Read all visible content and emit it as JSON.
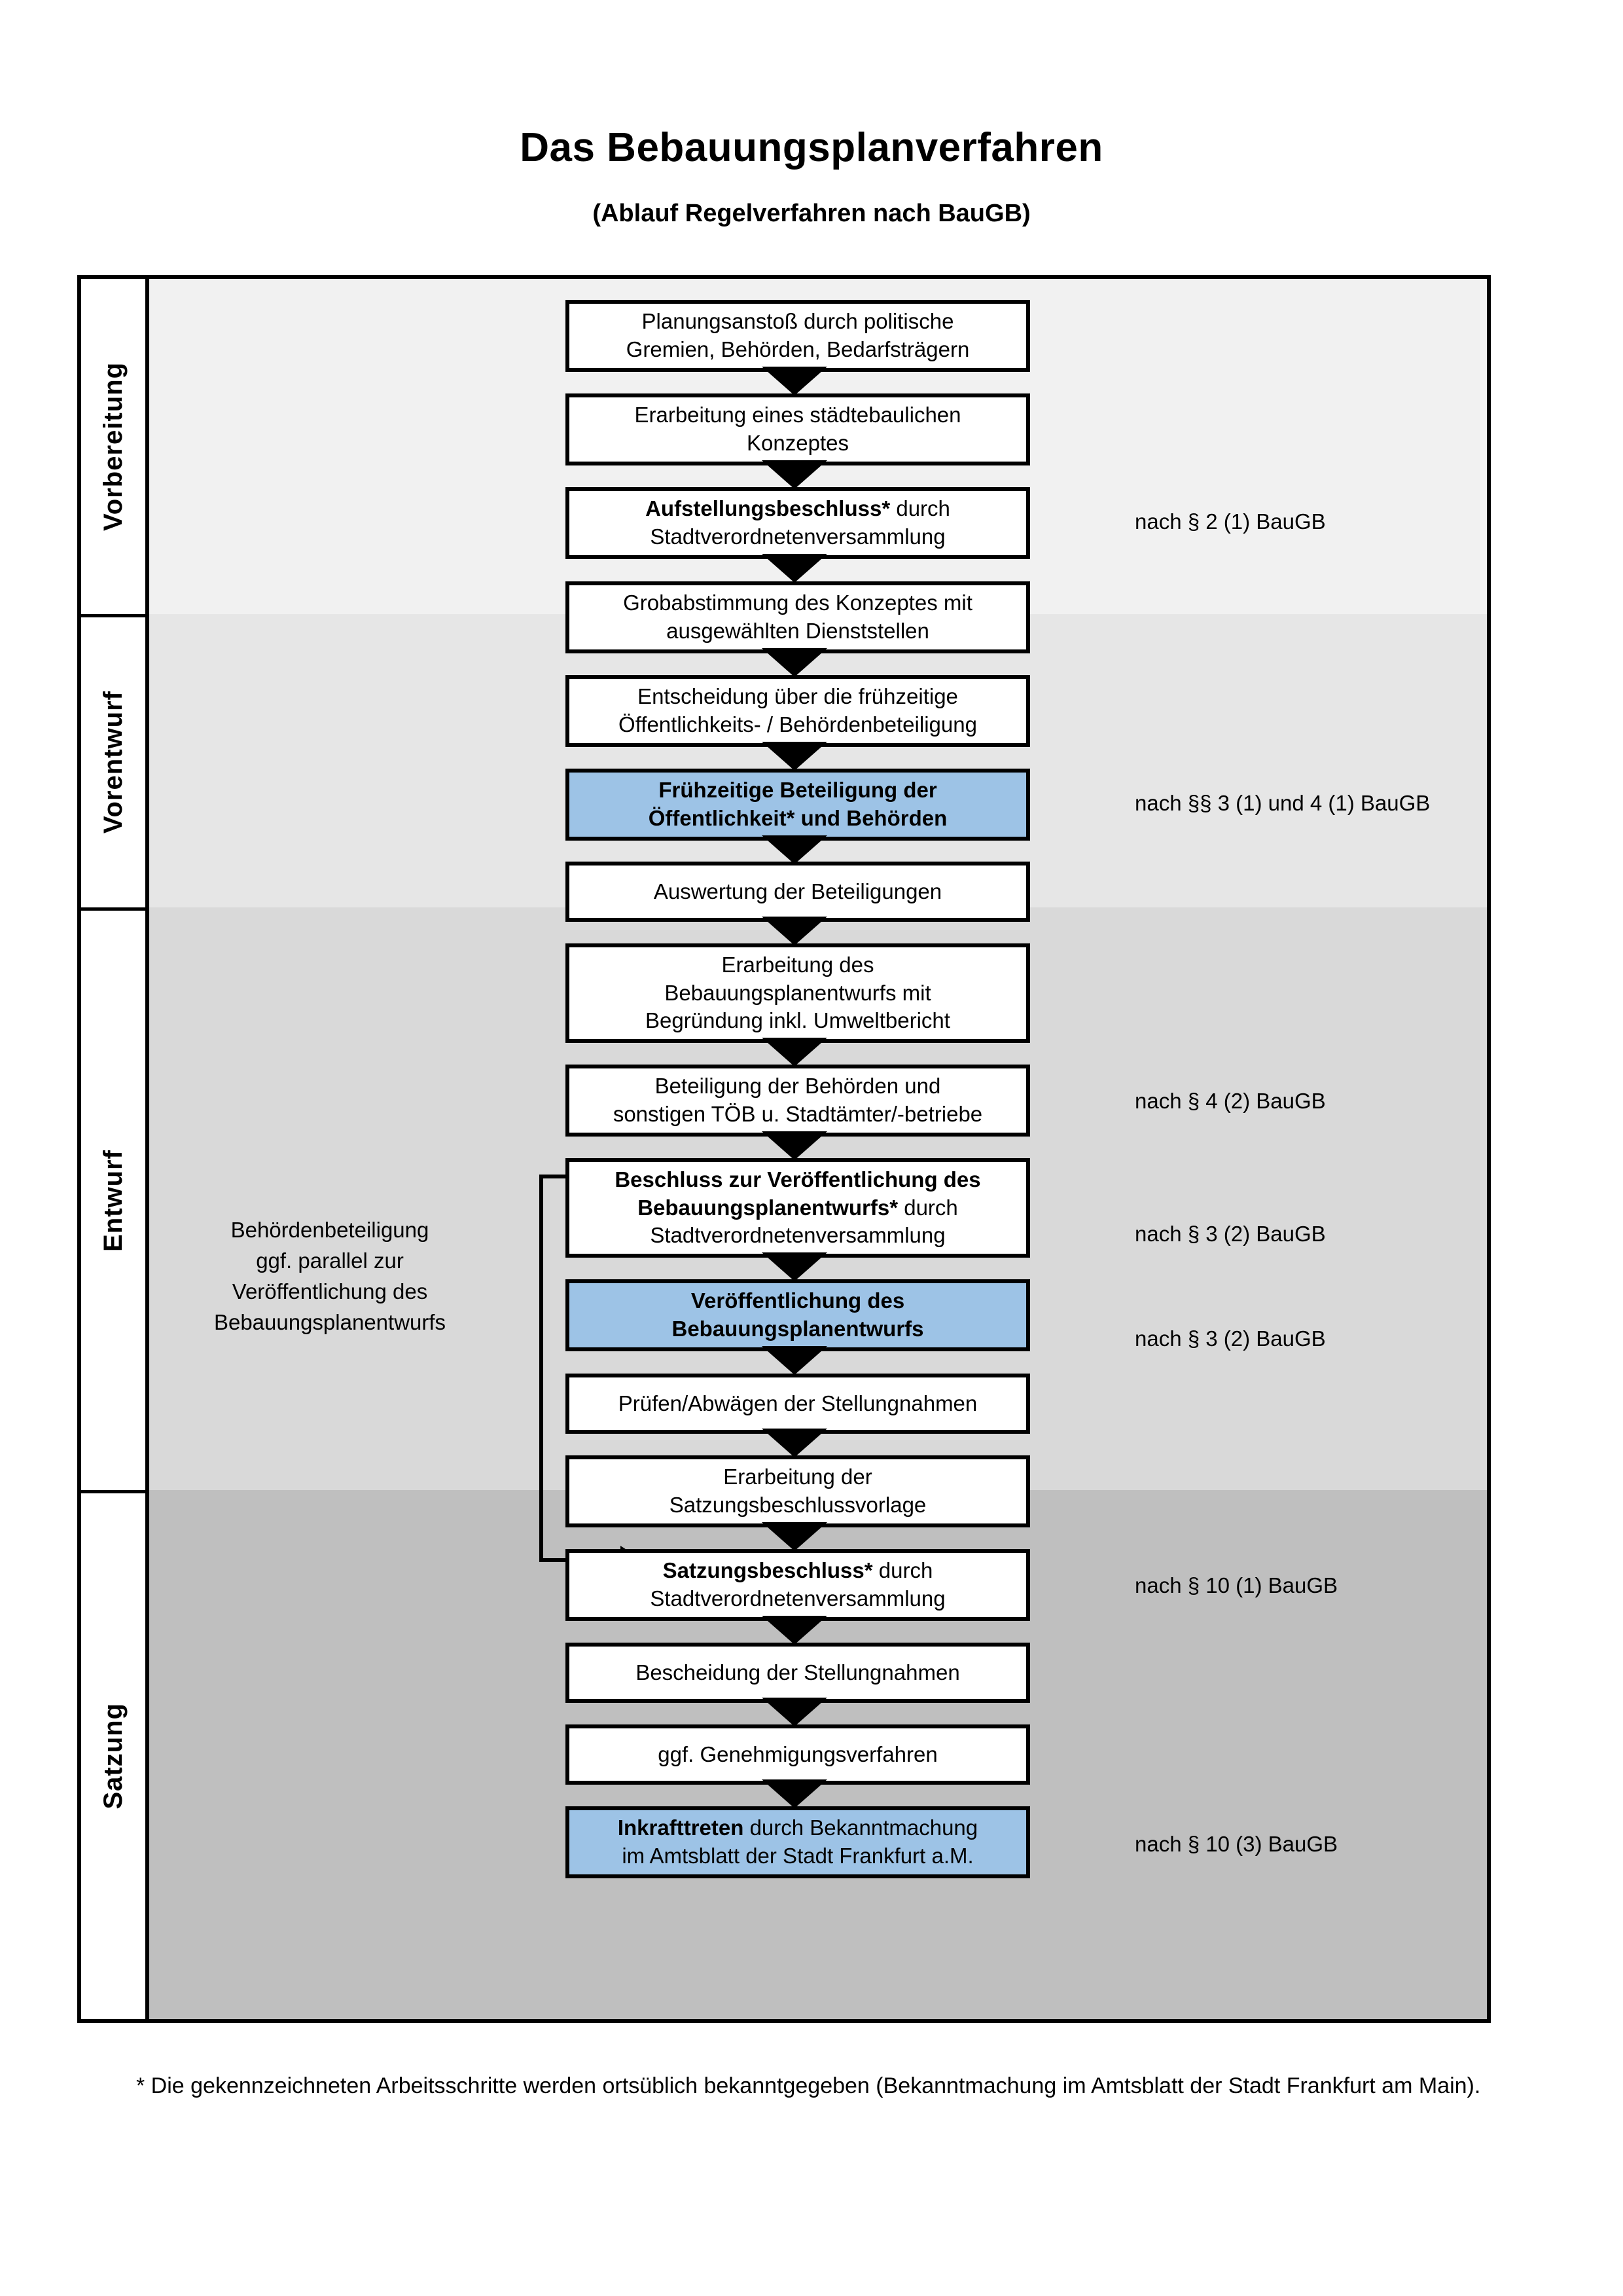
{
  "title": {
    "main": "Das Bebauungsplanverfahren",
    "subtitle": "(Ablauf Regelverfahren nach BauGB)"
  },
  "colors": {
    "highlight_blue": "#9dc3e6",
    "band_vorbereitung": "#f1f1f1",
    "band_vorentwurf": "#e6e6e6",
    "band_entwurf": "#d9d9d9",
    "band_satzung": "#bfbfbf",
    "border": "#000000"
  },
  "phases": [
    {
      "label": "Vorbereitung",
      "background": "#f1f1f1"
    },
    {
      "label": "Vorentwurf",
      "background": "#e6e6e6"
    },
    {
      "label": "Entwurf",
      "background": "#d9d9d9"
    },
    {
      "label": "Satzung",
      "background": "#bfbfbf"
    }
  ],
  "steps": [
    {
      "id": "planungsanstoss",
      "phase": "Vorbereitung",
      "lines": [
        {
          "text": "Planungsanstoß durch politische",
          "bold": false
        },
        {
          "text": "Gremien, Behörden, Bedarfsträgern",
          "bold": false
        }
      ],
      "highlighted": false
    },
    {
      "id": "konzept",
      "phase": "Vorbereitung",
      "lines": [
        {
          "text": "Erarbeitung eines städtebaulichen",
          "bold": false
        },
        {
          "text": "Konzeptes",
          "bold": false
        }
      ],
      "highlighted": false
    },
    {
      "id": "aufstellungsbeschluss",
      "phase": "Vorbereitung",
      "lines": [
        {
          "text": "Aufstellungsbeschluss*",
          "bold": true,
          "suffix": " durch"
        },
        {
          "text": "Stadtverordnetenversammlung",
          "bold": false
        }
      ],
      "highlighted": false
    },
    {
      "id": "grobabstimmung",
      "phase": "Vorentwurf",
      "lines": [
        {
          "text": "Grobabstimmung des Konzeptes mit",
          "bold": false
        },
        {
          "text": "ausgewählten Dienststellen",
          "bold": false
        }
      ],
      "highlighted": false
    },
    {
      "id": "entscheidung",
      "phase": "Vorentwurf",
      "lines": [
        {
          "text": "Entscheidung über die frühzeitige",
          "bold": false
        },
        {
          "text": "Öffentlichkeits- / Behördenbeteiligung",
          "bold": false
        }
      ],
      "highlighted": false
    },
    {
      "id": "fruehzeitige-beteiligung",
      "phase": "Vorentwurf",
      "lines": [
        {
          "text": "Frühzeitige Beteiligung der",
          "bold": true
        },
        {
          "text": "Öffentlichkeit* und Behörden",
          "bold": true
        }
      ],
      "highlighted": true
    },
    {
      "id": "auswertung",
      "phase": "Entwurf",
      "lines": [
        {
          "text": "Auswertung der Beteiligungen",
          "bold": false
        }
      ],
      "highlighted": false
    },
    {
      "id": "erarbeitung-entwurf",
      "phase": "Entwurf",
      "lines": [
        {
          "text": "Erarbeitung des",
          "bold": false
        },
        {
          "text": "Bebauungsplanentwurfs mit",
          "bold": false
        },
        {
          "text": "Begründung inkl. Umweltbericht",
          "bold": false
        }
      ],
      "highlighted": false
    },
    {
      "id": "beteiligung-behoerden",
      "phase": "Entwurf",
      "lines": [
        {
          "text": "Beteiligung der Behörden und",
          "bold": false
        },
        {
          "text": "sonstigen TÖB u. Stadtämter/-betriebe",
          "bold": false
        }
      ],
      "highlighted": false
    },
    {
      "id": "beschluss-veroeffentlichung",
      "phase": "Entwurf",
      "lines": [
        {
          "text": "Beschluss zur Veröffentlichung des",
          "bold": true
        },
        {
          "text": "Bebauungsplanentwurfs*",
          "bold": true,
          "suffix": " durch"
        },
        {
          "text": "Stadtverordnetenversammlung",
          "bold": false
        }
      ],
      "highlighted": false
    },
    {
      "id": "veroeffentlichung",
      "phase": "Entwurf",
      "lines": [
        {
          "text": "Veröffentlichung des",
          "bold": true
        },
        {
          "text": "Bebauungsplanentwurfs",
          "bold": true
        }
      ],
      "highlighted": true
    },
    {
      "id": "pruefen-abwaegen",
      "phase": "Satzung",
      "lines": [
        {
          "text": "Prüfen/Abwägen der Stellungnahmen",
          "bold": false
        }
      ],
      "highlighted": false
    },
    {
      "id": "satzungsvorlage",
      "phase": "Satzung",
      "lines": [
        {
          "text": "Erarbeitung der",
          "bold": false
        },
        {
          "text": "Satzungsbeschlussvorlage",
          "bold": false
        }
      ],
      "highlighted": false
    },
    {
      "id": "satzungsbeschluss",
      "phase": "Satzung",
      "lines": [
        {
          "text": "Satzungsbeschluss*",
          "bold": true,
          "suffix": " durch"
        },
        {
          "text": "Stadtverordnetenversammlung",
          "bold": false
        }
      ],
      "highlighted": false
    },
    {
      "id": "bescheidung",
      "phase": "Satzung",
      "lines": [
        {
          "text": "Bescheidung der Stellungnahmen",
          "bold": false
        }
      ],
      "highlighted": false
    },
    {
      "id": "genehmigungsverfahren",
      "phase": "Satzung",
      "lines": [
        {
          "text": "ggf. Genehmigungsverfahren",
          "bold": false
        }
      ],
      "highlighted": false
    },
    {
      "id": "inkrafttreten",
      "phase": "Satzung",
      "lines": [
        {
          "text": "Inkrafttreten",
          "bold": true,
          "suffix": " durch Bekanntmachung"
        },
        {
          "text": "im Amtsblatt der Stadt Frankfurt a.M.",
          "bold": false
        }
      ],
      "highlighted": true
    }
  ],
  "legal_refs": [
    {
      "id": "ref-aufstellungsbeschluss",
      "text": "nach § 2 (1) BauGB"
    },
    {
      "id": "ref-fruehzeitige",
      "text": "nach §§ 3 (1) und 4 (1) BauGB"
    },
    {
      "id": "ref-behoerdenbeteiligung",
      "text": "nach § 4 (2) BauGB"
    },
    {
      "id": "ref-beschluss",
      "text": "nach § 3 (2) BauGB"
    },
    {
      "id": "ref-veroeffentlichung",
      "text": "nach § 3 (2) BauGB"
    },
    {
      "id": "ref-satzungsbeschluss",
      "text": "nach § 10 (1) BauGB"
    },
    {
      "id": "ref-inkrafttreten",
      "text": "nach § 10 (3) BauGB"
    }
  ],
  "side_note": {
    "lines": [
      "Behördenbeteiligung",
      "ggf. parallel zur",
      "Veröffentlichung des",
      "Bebauungsplanentwurfs"
    ]
  },
  "footnote": {
    "text": "* Die gekennzeichneten Arbeitsschritte werden ortsüblich bekanntgegeben (Bekanntmachung im Amtsblatt  der Stadt Frankfurt am Main)."
  }
}
